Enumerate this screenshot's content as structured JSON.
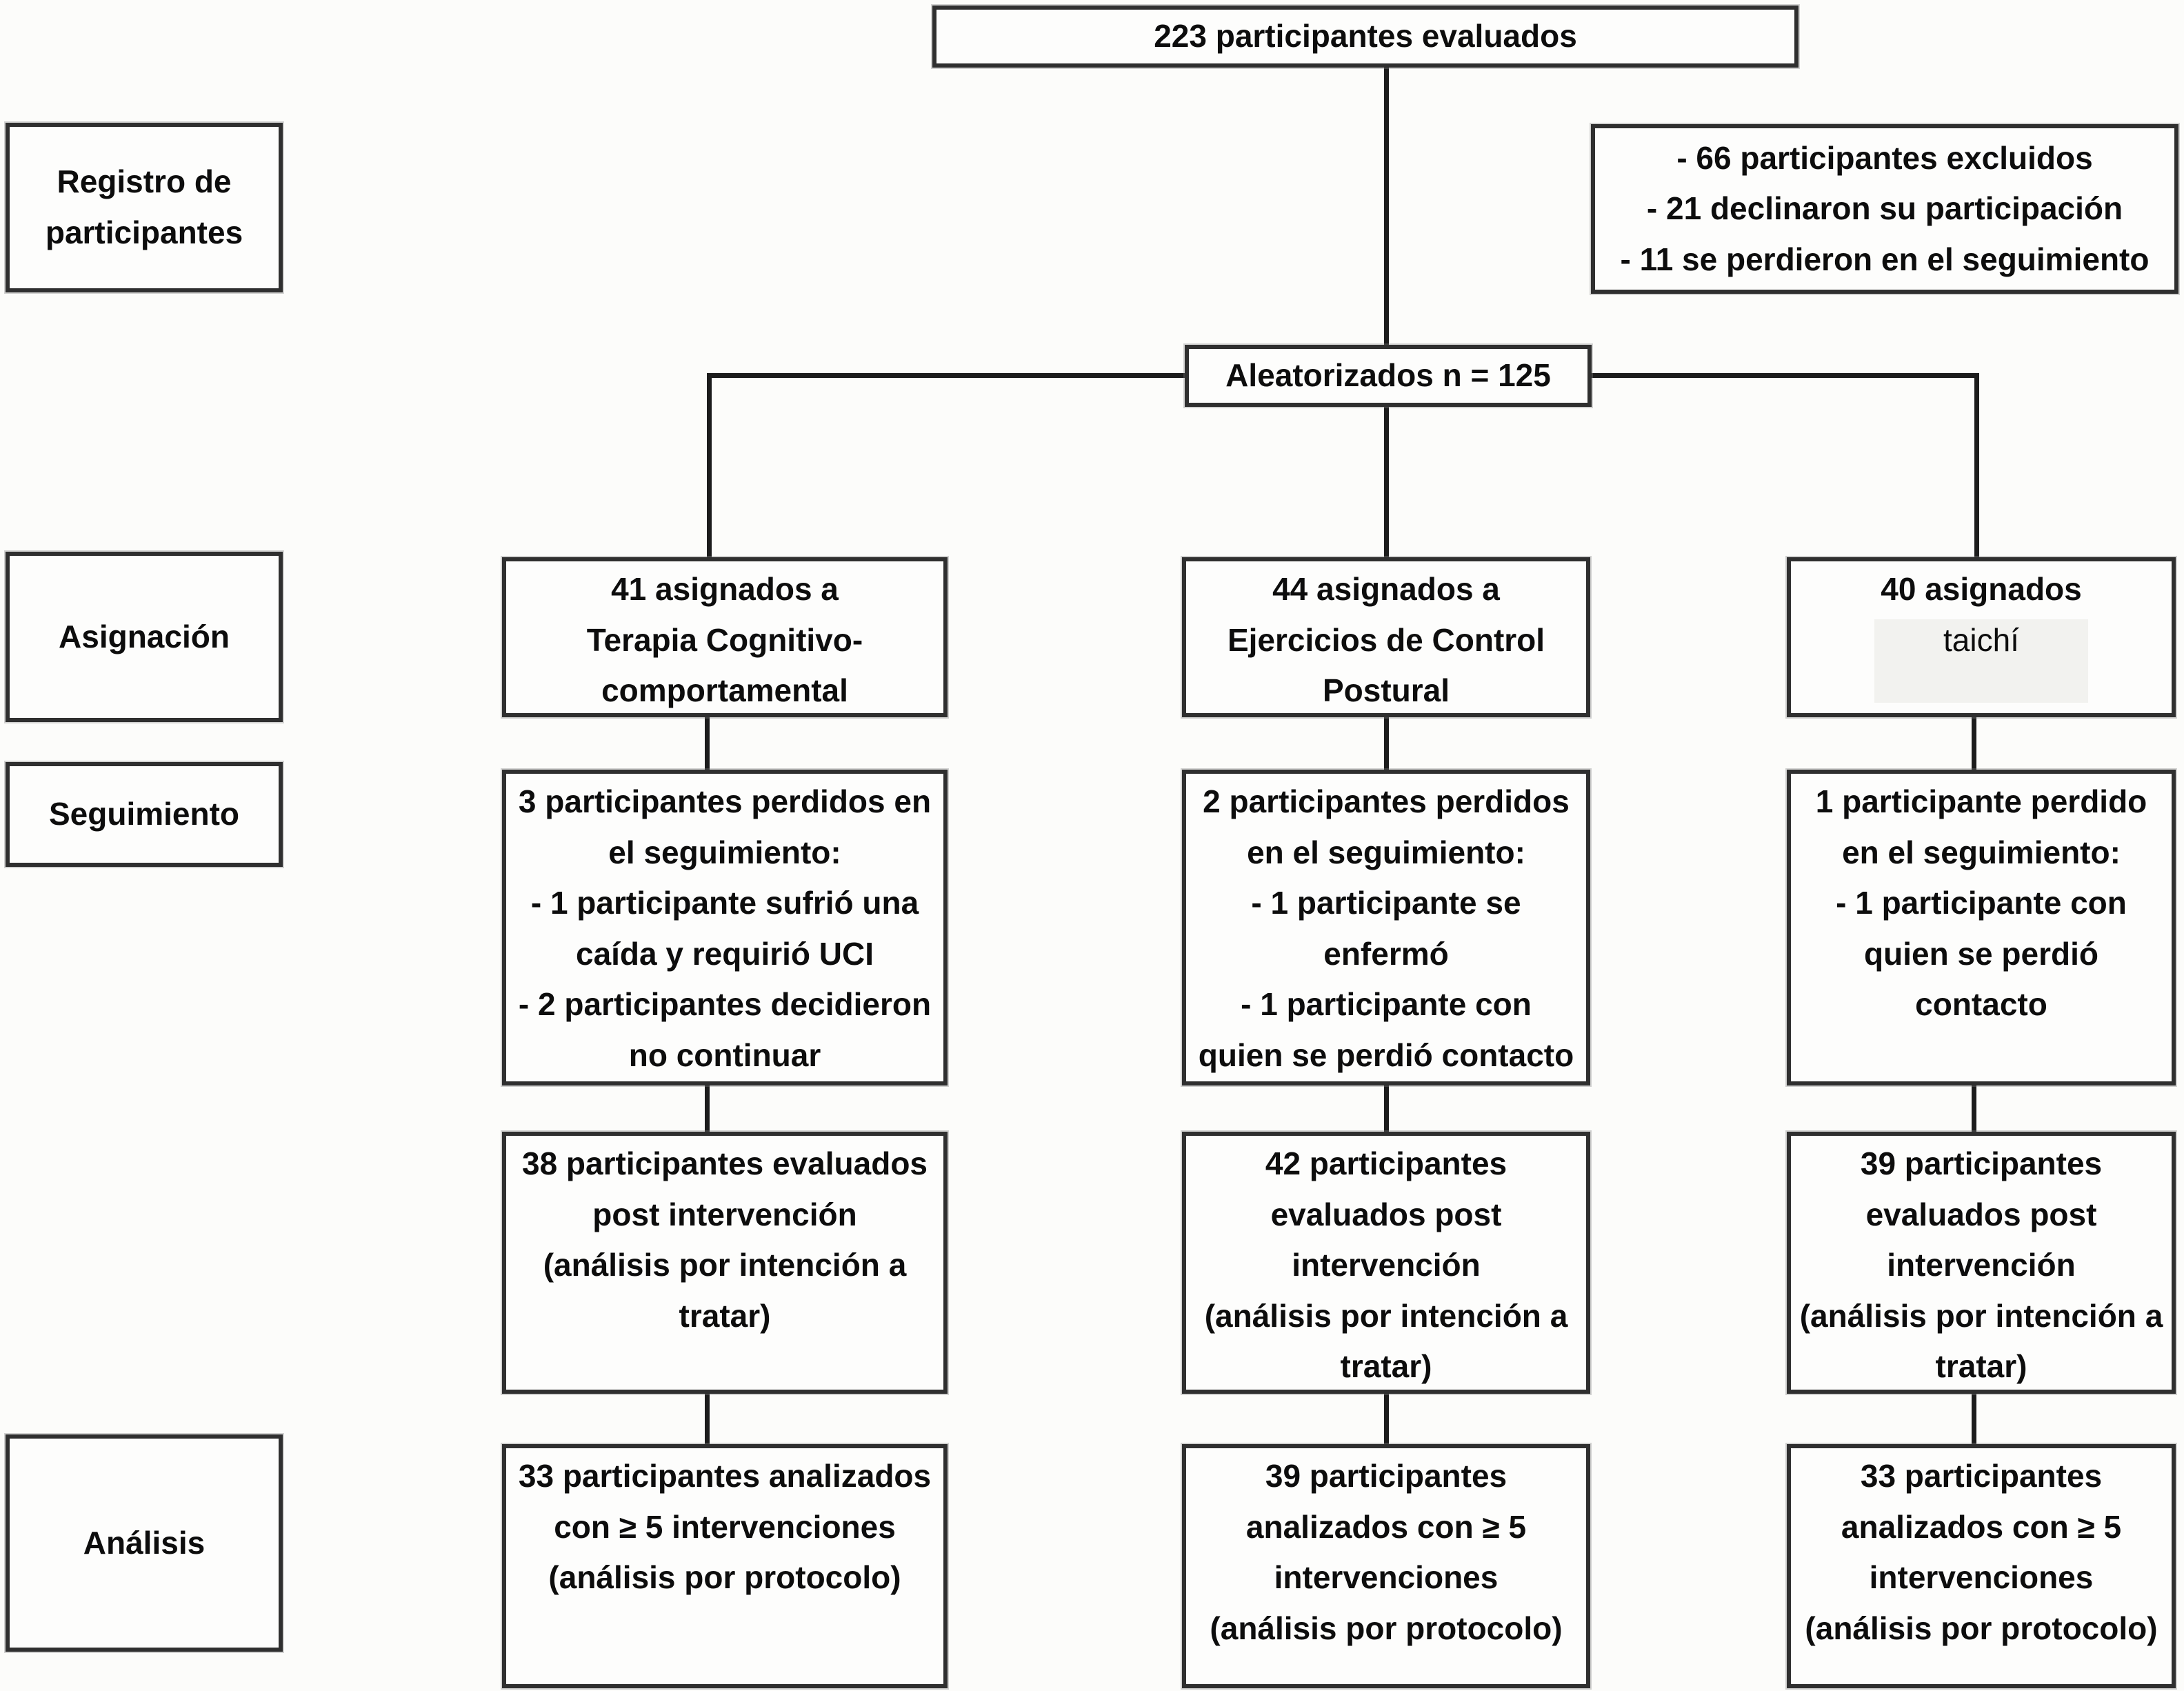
{
  "enrollment_box": "223 participantes evaluados",
  "randomized_box": "Aleatorizados n = 125",
  "stages": {
    "registro": {
      "lines": [
        "Registro de",
        "participantes"
      ]
    },
    "asignacion": {
      "lines": [
        "Asignación"
      ]
    },
    "seguimiento": {
      "lines": [
        "Seguimiento"
      ]
    },
    "analisis": {
      "lines": [
        "Análisis"
      ]
    }
  },
  "exclusions": {
    "lines": [
      "- 66 participantes excluidos",
      "- 21 declinaron su participación",
      "- 11 se perdieron en el seguimiento"
    ]
  },
  "columns": [
    {
      "name": "terapia-cognitivo-comportamental",
      "assigned_lines": [
        "41 asignados a",
        "Terapia Cognitivo-",
        "comportamental"
      ],
      "followup_lines": [
        "3 participantes perdidos en",
        "el seguimiento:",
        "- 1 participante sufrió una",
        "caída y requirió UCI",
        "- 2 participantes decidieron",
        "no continuar"
      ],
      "post_lines": [
        "38 participantes evaluados",
        "post intervención",
        "(análisis por intención a",
        "tratar)"
      ],
      "analysis_lines": [
        "33 participantes analizados",
        "con ≥ 5 intervenciones",
        "(análisis por protocolo)"
      ]
    },
    {
      "name": "ejercicios-de-control-postural",
      "assigned_lines": [
        "44 asignados a",
        "Ejercicios de Control",
        "Postural"
      ],
      "followup_lines": [
        "2 participantes perdidos",
        "en el seguimiento:",
        "- 1 participante se",
        "enfermó",
        "- 1 participante con",
        "quien se perdió contacto"
      ],
      "post_lines": [
        "42 participantes",
        "evaluados post",
        "intervención",
        "(análisis por intención a",
        "tratar)"
      ],
      "analysis_lines": [
        "39 participantes",
        "analizados con ≥ 5",
        "intervenciones",
        "(análisis por protocolo)"
      ]
    },
    {
      "name": "taichi",
      "assigned_lines": [
        "40 asignados"
      ],
      "assigned_patch": "taichí",
      "followup_lines": [
        "1 participante perdido",
        "en el seguimiento:",
        "- 1 participante con",
        "quien se perdió",
        "contacto"
      ],
      "post_lines": [
        "39 participantes",
        "evaluados post",
        "intervención",
        "(análisis por intención a",
        "tratar)"
      ],
      "analysis_lines": [
        "33 participantes",
        "analizados con ≥ 5",
        "intervenciones",
        "(análisis por protocolo)"
      ]
    }
  ]
}
